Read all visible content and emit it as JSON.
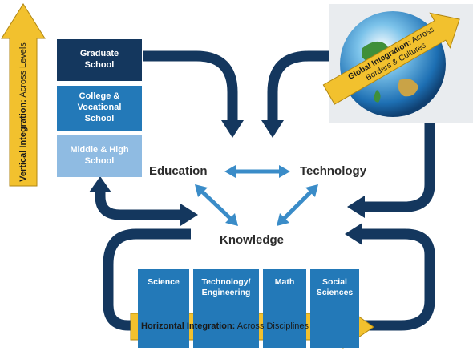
{
  "vertical": {
    "bold": "Vertical Integration:",
    "rest": " Across Levels"
  },
  "levels": [
    {
      "label": "Graduate School",
      "color": "#14375e"
    },
    {
      "label": "College & Vocational School",
      "color": "#2379b8"
    },
    {
      "label": "Middle & High School",
      "color": "#8fbbe2"
    }
  ],
  "center": {
    "education": "Education",
    "technology": "Technology",
    "knowledge": "Knowledge"
  },
  "global": {
    "bold": "Global Integration:",
    "rest": " Across Borders & Cultures"
  },
  "disciplines": [
    "Science",
    "Technology/ Engineering",
    "Math",
    "Social Sciences"
  ],
  "horizontal": {
    "bold": "Horizontal Integration:",
    "rest": " Across Disciplines"
  },
  "colors": {
    "navy": "#14375e",
    "blue": "#2379b8",
    "light_blue": "#8fbbe2",
    "arrow_yellow": "#f2c12e",
    "small_arrow": "#3a8cc8"
  }
}
